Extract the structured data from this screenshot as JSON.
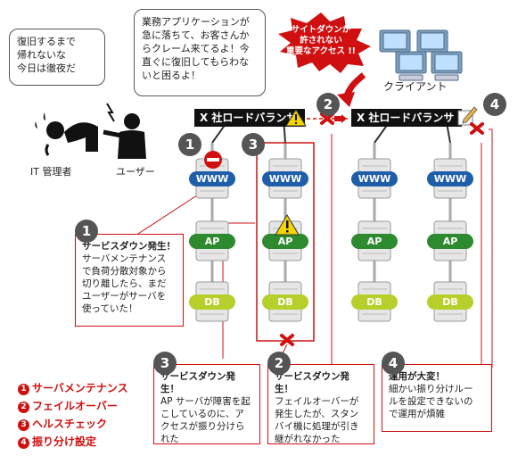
{
  "bubbles": {
    "admin": "復旧するまで\n帰れないな\n今日は徹夜だ",
    "user": "業務アプリケーションが\n急に落ちて、お客さんか\nらクレーム来てるよ！今\n直ぐに復旧してもらわな\nいと困るよ！"
  },
  "people": {
    "admin_label": "IT 管理者",
    "user_label": "ユーザー"
  },
  "alert_badge": "サイトダウンが\n許されない\n重要なアクセス !!",
  "client_label": "クライアント",
  "load_balancers": {
    "left": "X 社ロードバランサ",
    "right": "X 社ロードバランサ"
  },
  "server_labels": {
    "www": "WWW",
    "ap": "AP",
    "db": "DB"
  },
  "markers": {
    "m1": "1",
    "m2": "2",
    "m3": "3",
    "m4": "4"
  },
  "callouts": {
    "c1": {
      "num": "1",
      "title": "サービスダウン発生！",
      "body": "サーバメンテナンス\nで負荷分散対象から\n切り離したら、まだ\nユーザーがサーバを\n使っていた！"
    },
    "c3": {
      "num": "3",
      "title": "サービスダウン発生！",
      "body": "AP サーバが障害を起\nこしているのに、ア\nクセスが振り分けら\nれた"
    },
    "c2": {
      "num": "2",
      "title": "サービスダウン発生！",
      "body": "フェイルオーバーが\n発生したが、スタン\nバイ機に処理が引き\n継がれなかった"
    },
    "c4": {
      "num": "4",
      "title": "運用が大変！",
      "body": "細かい振り分けルー\nルを設定できないの\nで運用が煩雑"
    }
  },
  "legend": [
    {
      "num": "1",
      "label": "サーバメンテナンス"
    },
    {
      "num": "2",
      "label": "フェイルオーバー"
    },
    {
      "num": "3",
      "label": "ヘルスチェック"
    },
    {
      "num": "4",
      "label": "振り分け設定"
    }
  ],
  "colors": {
    "red": "#d01010",
    "www": "#1f5ea8",
    "ap": "#2e8a2e",
    "db": "#b7cf2a"
  },
  "icons": [
    "no-entry-icon",
    "warning-icon",
    "cross-icon",
    "pencil-icon",
    "computer-icon"
  ]
}
